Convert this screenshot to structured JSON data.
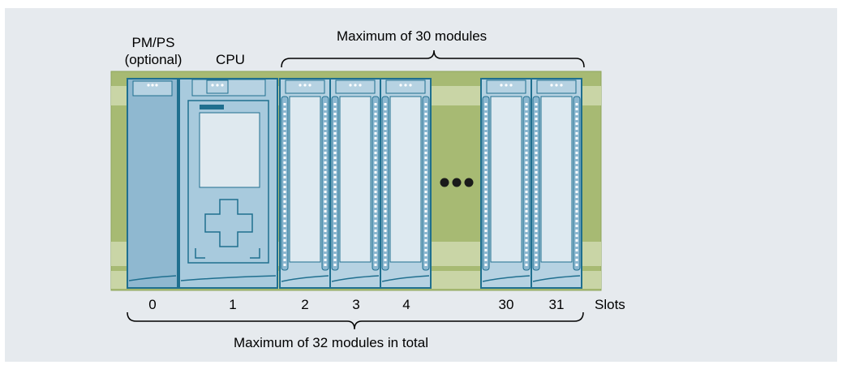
{
  "labels": {
    "pmps_line1": "PM/PS",
    "pmps_line2": "(optional)",
    "cpu": "CPU",
    "top_brace": "Maximum of 30 modules",
    "bottom_brace": "Maximum of 32 modules in total",
    "slots": "Slots",
    "ellipsis": "•••"
  },
  "slot_numbers": [
    "0",
    "1",
    "2",
    "3",
    "4",
    "30",
    "31"
  ],
  "colors": {
    "background": "#e6eaee",
    "rail": "#a7ba73",
    "rail_light": "#c9d5a6",
    "module_fill": "#b6d2e2",
    "module_dark": "#8db8d1",
    "module_edge": "#1f6f8f",
    "led": "#ffffff"
  }
}
